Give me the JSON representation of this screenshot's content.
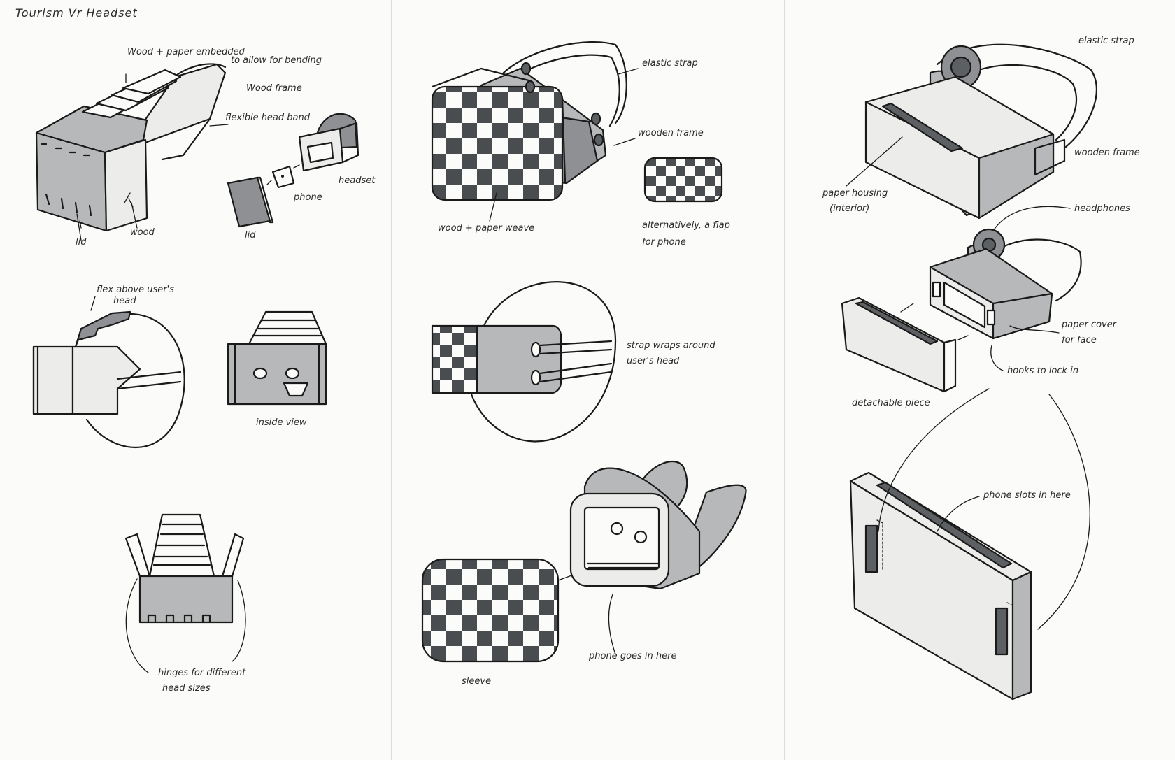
{
  "sheet": {
    "title": "Tourism Vr Headset"
  },
  "labels": {
    "wood_paper_embedded": "Wood + paper embedded",
    "allow_bending": "to allow for bending",
    "wood_frame": "Wood frame",
    "flexible_head_band": "flexible head band",
    "headset": "headset",
    "phone": "phone",
    "lid": "lid",
    "lid_small": "lid",
    "wood": "wood",
    "flex_above": "flex above user's",
    "flex_head": "head",
    "inside_view": "inside view",
    "hinges_1": "hinges for different",
    "hinges_2": "head sizes",
    "elastic_strap_mid": "elastic strap",
    "wooden_frame_mid": "wooden frame",
    "wood_paper_weave": "wood + paper weave",
    "alt_flap_1": "alternatively, a flap",
    "alt_flap_2": "for phone",
    "strap_wraps_1": "strap wraps around",
    "strap_wraps_2": "user's head",
    "sleeve": "sleeve",
    "phone_goes": "phone goes in here",
    "elastic_strap_right": "elastic strap",
    "wooden_frame_right": "wooden frame",
    "paper_housing_1": "paper housing",
    "paper_housing_2": "(interior)",
    "headphones": "headphones",
    "paper_cover_1": "paper cover",
    "paper_cover_2": "for face",
    "hooks": "hooks to lock in",
    "detachable": "detachable piece",
    "phone_slots": "phone slots in here"
  }
}
